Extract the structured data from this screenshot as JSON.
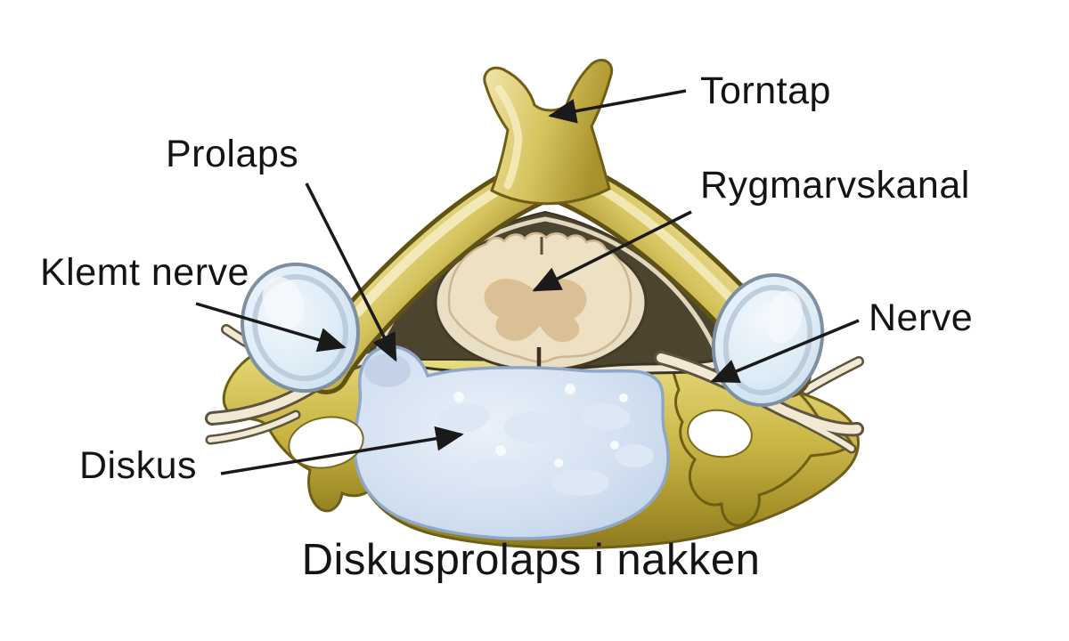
{
  "figure": {
    "title": "Diskusprolaps i nakken",
    "labels": {
      "torntap": "Torntap",
      "prolaps": "Prolaps",
      "rygmarvskanal": "Rygmarvskanal",
      "klemt_nerve": "Klemt nerve",
      "nerve": "Nerve",
      "diskus": "Diskus"
    },
    "colors": {
      "background": "#ffffff",
      "bone": "#cdb94b",
      "bone_highlight": "#f2e8b4",
      "bone_shadow": "#8d7a22",
      "bone_outline": "#6e5e16",
      "spinal_canal": "#4d4430",
      "spinal_cord": "#eee0c2",
      "cord_gray_matter": "#dbc096",
      "disc": "#ccdcee",
      "disc_outline": "#8ea7c6",
      "facet_capsule": "#d9e7f3",
      "nerve": "#f1e9d4",
      "label_text": "#141414",
      "arrow": "#1a1a1a"
    }
  }
}
